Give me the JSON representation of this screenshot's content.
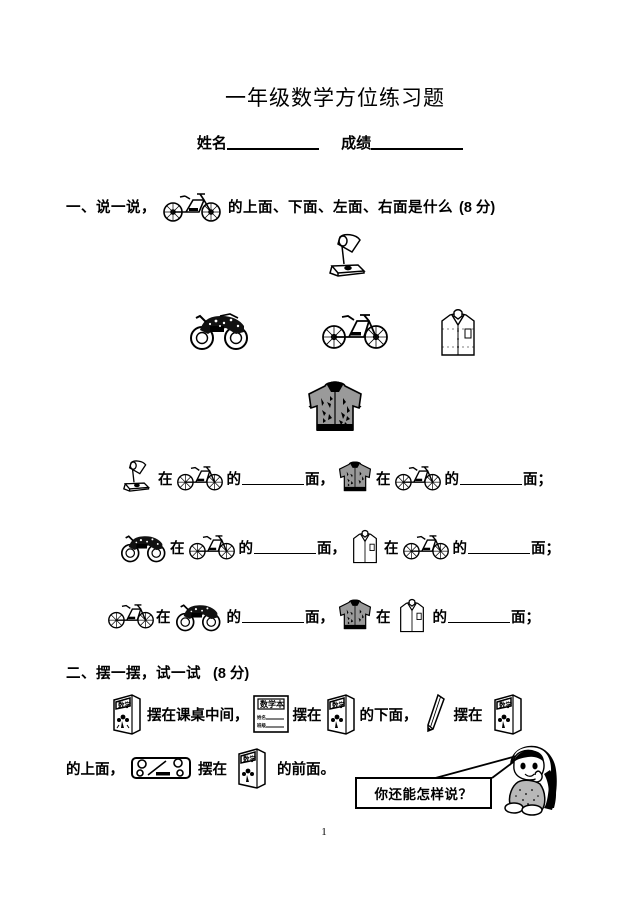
{
  "document": {
    "title": "一年级数学方位练习题",
    "page_number": "1"
  },
  "header": {
    "name_label": "姓名",
    "score_label": "成绩"
  },
  "sections": [
    {
      "id": "section-1",
      "number": "一、",
      "instruction_part1": "说一说，",
      "instruction_part2": "的上面、下面、左面、右面是什么",
      "points": "(8 分)",
      "icon": "bicycle-icon",
      "diagram": {
        "top": "lamp-icon",
        "left": "motorcycle-icon",
        "center": "bicycle-icon",
        "right": "shirt-icon",
        "bottom": "jacket-icon"
      },
      "fill_rows": [
        {
          "a_icon": "lamp-icon",
          "a_verb": "在",
          "b_icon": "bicycle-icon",
          "b_de": "的",
          "b_face": "面",
          "comma": "，",
          "c_icon": "jacket-icon",
          "c_verb": "在",
          "d_icon": "bicycle-icon",
          "d_de": "的",
          "d_face": "面",
          "end": "；"
        },
        {
          "a_icon": "motorcycle-icon",
          "a_verb": "在",
          "b_icon": "bicycle-icon",
          "b_de": "的",
          "b_face": "面",
          "comma": "，",
          "c_icon": "shirt-icon",
          "c_verb": "在",
          "d_icon": "bicycle-icon",
          "d_de": "的",
          "d_face": "面",
          "end": "；"
        },
        {
          "a_icon": "bicycle-icon",
          "a_verb": "在",
          "b_icon": "motorcycle-icon",
          "b_de": "的",
          "b_face": "面",
          "comma": "，",
          "c_icon": "jacket-icon",
          "c_verb": "在",
          "d_icon": "shirt-icon",
          "d_de": "的",
          "d_face": "面",
          "end": "；"
        }
      ]
    },
    {
      "id": "section-2",
      "number": "二、",
      "instruction": "摆一摆，试一试",
      "points": "(8 分)",
      "line1": {
        "t1": "摆在课桌中间，",
        "t2": "摆在",
        "t3": "的下面，",
        "t4": "摆在"
      },
      "line2": {
        "t1": "的上面，",
        "t2": "摆在",
        "t3": "的前面。"
      },
      "speech_bubble": "你还能怎样说？",
      "book_cover_text": "数学",
      "notebook_title": "数学本",
      "notebook_label_1": "姓名",
      "notebook_label_2": "班级"
    }
  ],
  "colors": {
    "ink": "#000000",
    "paper": "#ffffff"
  }
}
